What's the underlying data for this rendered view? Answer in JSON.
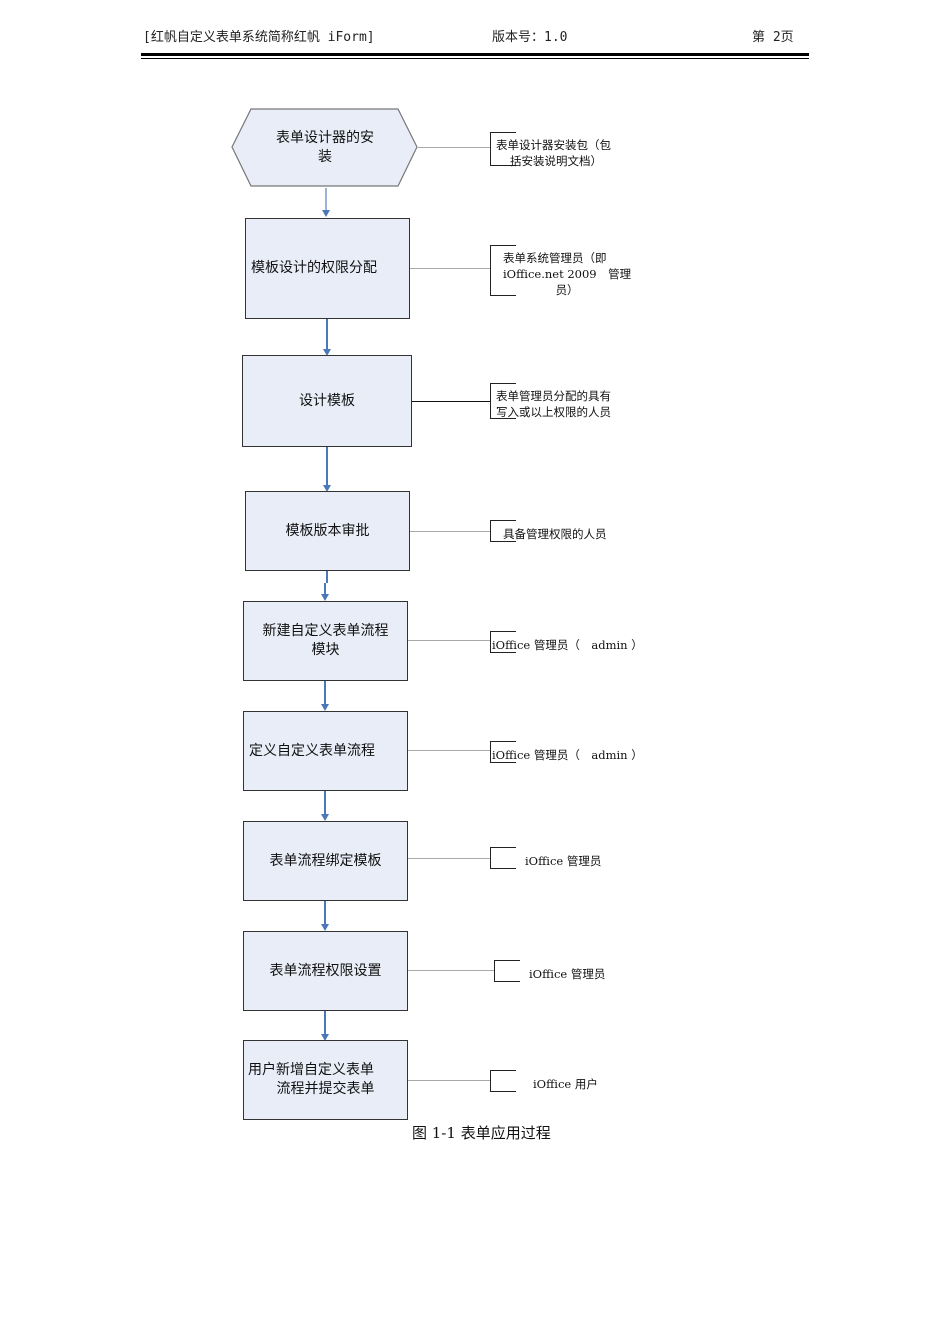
{
  "header": {
    "title": "[红帆自定义表单系统简称红帆 iForm]",
    "version": "版本号：1.0",
    "page": "第 2页"
  },
  "flowchart": {
    "steps": [
      {
        "label_lines": [
          "表单设计器的安",
          "装"
        ],
        "shape": "hexagon",
        "note_lines": [
          "表单设计器安装包（包",
          "括安装说明文档）"
        ]
      },
      {
        "label_lines": [
          "模板设计的权限分配"
        ],
        "shape": "rect",
        "note_lines": [
          "表单系统管理员（即",
          "iOffice.net 2009　管理",
          "员）"
        ]
      },
      {
        "label_lines": [
          "设计模板"
        ],
        "shape": "rect",
        "note_lines": [
          "表单管理员分配的具有",
          "写入或以上权限的人员"
        ]
      },
      {
        "label_lines": [
          "模板版本审批"
        ],
        "shape": "rect",
        "note_lines": [
          "具备管理权限的人员"
        ]
      },
      {
        "label_lines": [
          "新建自定义表单流程",
          "模块"
        ],
        "shape": "rect",
        "note_lines": [
          "iOffice 管理员（　admin ）"
        ]
      },
      {
        "label_lines": [
          "定义自定义表单流程"
        ],
        "shape": "rect",
        "note_lines": [
          "iOffice 管理员（　admin ）"
        ]
      },
      {
        "label_lines": [
          "表单流程绑定模板"
        ],
        "shape": "rect",
        "note_lines": [
          "iOffice 管理员"
        ]
      },
      {
        "label_lines": [
          "表单流程权限设置"
        ],
        "shape": "rect",
        "note_lines": [
          "iOffice 管理员"
        ]
      },
      {
        "label_lines": [
          "用户新增自定义表单",
          "流程并提交表单"
        ],
        "shape": "rect",
        "note_lines": [
          "iOffice 用户"
        ]
      }
    ],
    "caption": "图  1-1 表单应用过程"
  },
  "colors": {
    "box_fill": "#e8edf7",
    "box_border": "#333333",
    "arrow": "#4a78b8"
  }
}
